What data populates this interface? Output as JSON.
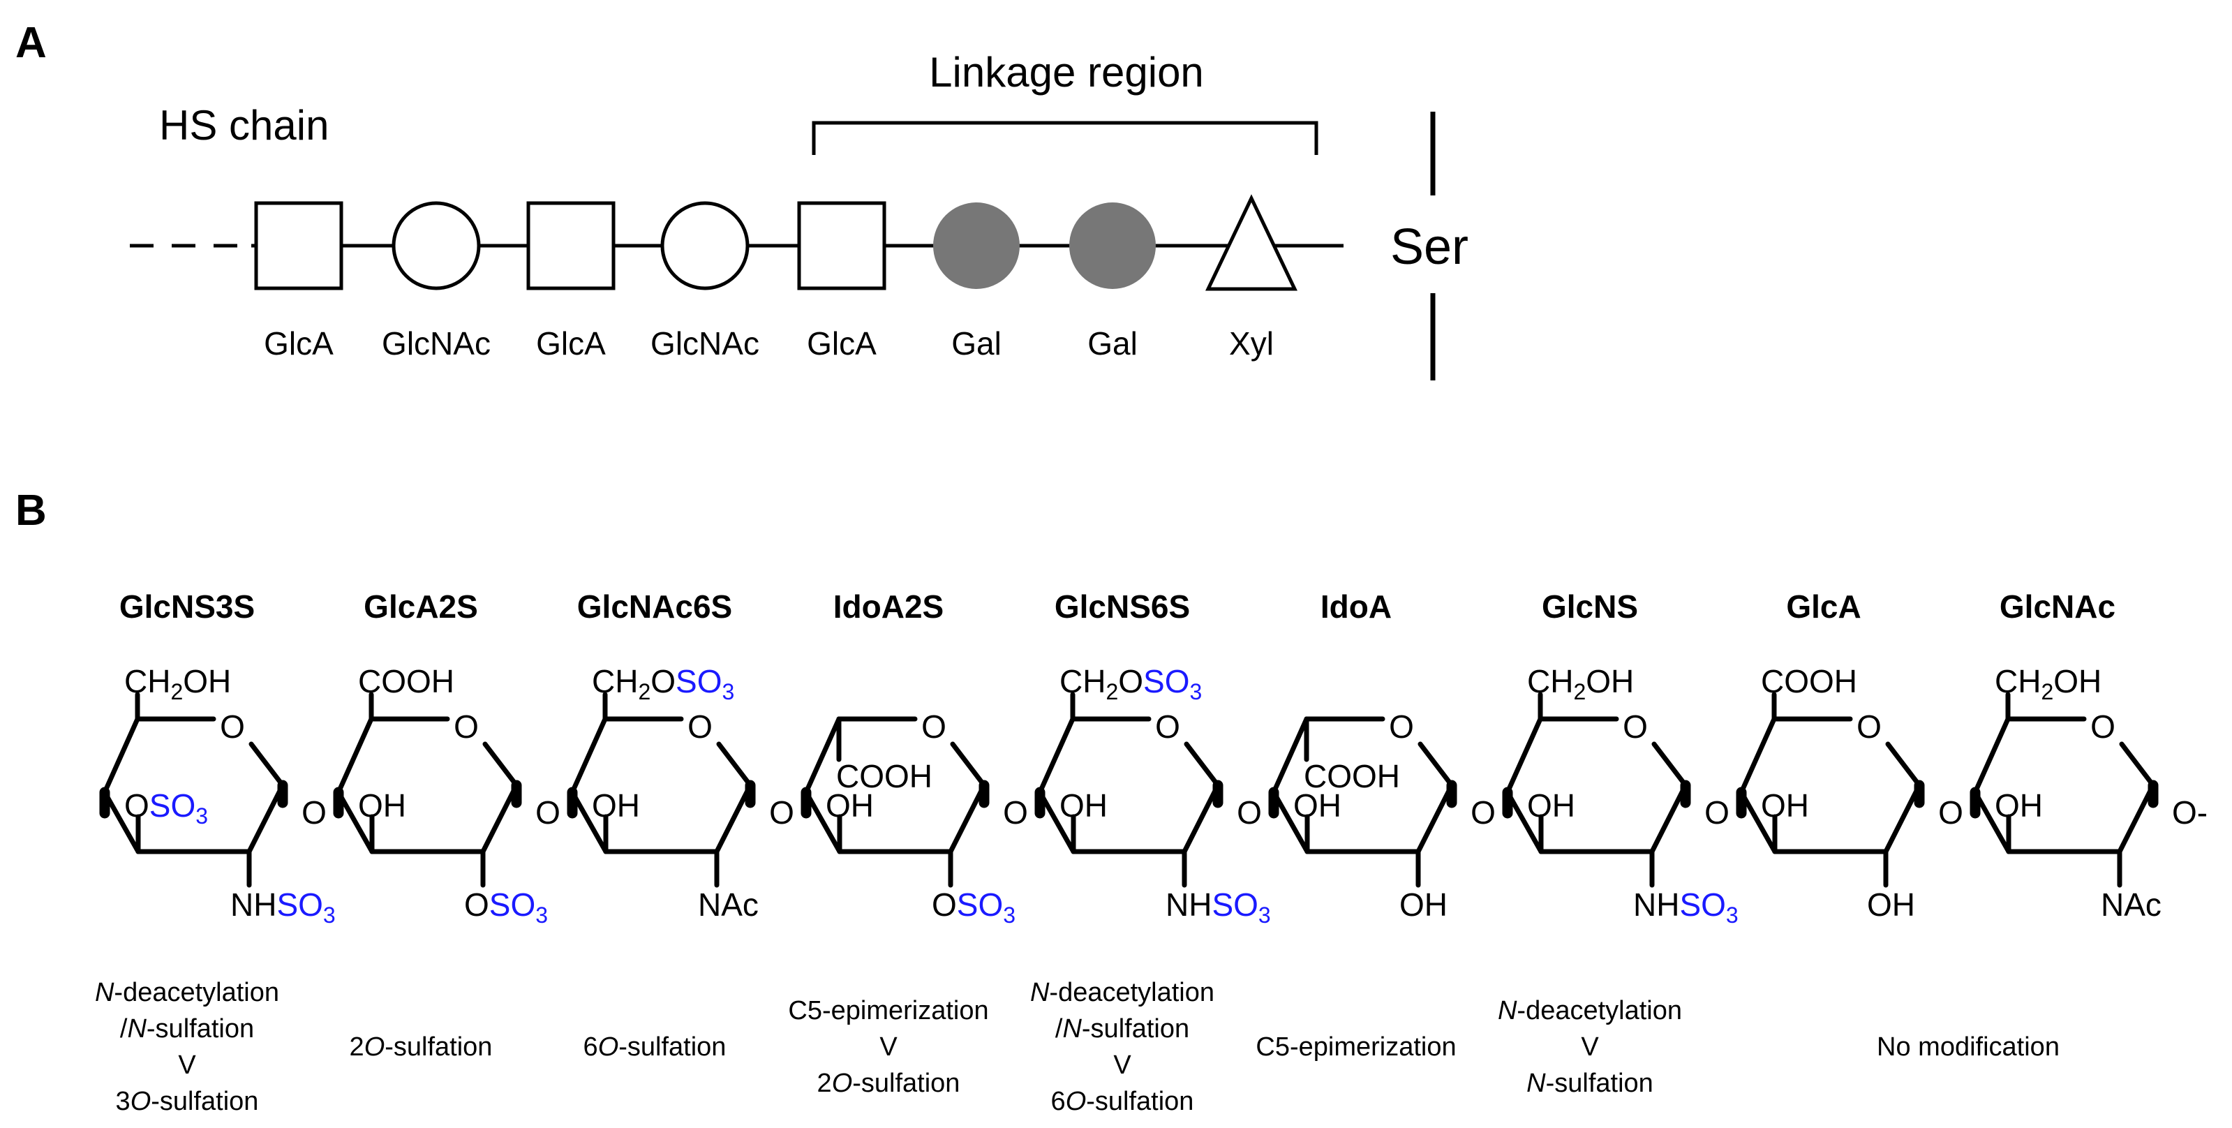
{
  "panel_a": {
    "letter": "A",
    "hs_chain_label": "HS chain",
    "linkage_label": "Linkage region",
    "ser_label": "Ser",
    "units": [
      {
        "label": "GlcA",
        "shape": "square"
      },
      {
        "label": "GlcNAc",
        "shape": "circle"
      },
      {
        "label": "GlcA",
        "shape": "square"
      },
      {
        "label": "GlcNAc",
        "shape": "circle"
      },
      {
        "label": "GlcA",
        "shape": "square"
      },
      {
        "label": "Gal",
        "shape": "filled-circle"
      },
      {
        "label": "Gal",
        "shape": "filled-circle"
      },
      {
        "label": "Xyl",
        "shape": "triangle"
      }
    ],
    "colors": {
      "line": "#000000",
      "gal_fill": "#777777"
    }
  },
  "panel_b": {
    "letter": "B",
    "sulfate_color": "#1a1aff",
    "ring_oxygen": "O",
    "linkage_oxygen": "O",
    "end_dash": "-",
    "residues": [
      {
        "name": "GlcNS3S",
        "top": "CH",
        "top_sub": "2",
        "top_rest": "OH",
        "top_sulfo": "",
        "top_sulfo_sub": "",
        "left": "O",
        "left_sulfo": "SO",
        "left_sulfo_sub": "3",
        "bottom": "NH",
        "bottom_sulfo": "SO",
        "bottom_sulfo_sub": "3",
        "modification": [
          [
            "N",
            "-deacetylation"
          ],
          [
            "/",
            "N",
            "-sulfation"
          ],
          [
            "V"
          ],
          [
            "3",
            "O",
            "-sulfation"
          ]
        ]
      },
      {
        "name": "GlcA2S",
        "top": "COOH",
        "top_sub": "",
        "top_rest": "",
        "top_sulfo": "",
        "top_sulfo_sub": "",
        "left": "OH",
        "left_sulfo": "",
        "left_sulfo_sub": "",
        "bottom": "O",
        "bottom_sulfo": "SO",
        "bottom_sulfo_sub": "3",
        "modification": [
          [
            "2",
            "O",
            "-sulfation"
          ]
        ]
      },
      {
        "name": "GlcNAc6S",
        "top": "CH",
        "top_sub": "2",
        "top_rest": "O",
        "top_sulfo": "SO",
        "top_sulfo_sub": "3",
        "left": "OH",
        "left_sulfo": "",
        "left_sulfo_sub": "",
        "bottom": "NAc",
        "bottom_sulfo": "",
        "bottom_sulfo_sub": "",
        "modification": [
          [
            "6",
            "O",
            "-sulfation"
          ]
        ]
      },
      {
        "name": "IdoA2S",
        "top": "",
        "top_sub": "",
        "top_rest": "",
        "top_sulfo": "",
        "top_sulfo_sub": "",
        "inner": "COOH",
        "left": "OH",
        "left_sulfo": "",
        "left_sulfo_sub": "",
        "bottom": "O",
        "bottom_sulfo": "SO",
        "bottom_sulfo_sub": "3",
        "modification": [
          [
            "C5-epimerization"
          ],
          [
            "V"
          ],
          [
            "2",
            "O",
            "-sulfation"
          ]
        ]
      },
      {
        "name": "GlcNS6S",
        "top": "CH",
        "top_sub": "2",
        "top_rest": "O",
        "top_sulfo": "SO",
        "top_sulfo_sub": "3",
        "left": "OH",
        "left_sulfo": "",
        "left_sulfo_sub": "",
        "bottom": "NH",
        "bottom_sulfo": "SO",
        "bottom_sulfo_sub": "3",
        "modification": [
          [
            "N",
            "-deacetylation"
          ],
          [
            "/",
            "N",
            "-sulfation"
          ],
          [
            "V"
          ],
          [
            "6",
            "O",
            "-sulfation"
          ]
        ]
      },
      {
        "name": "IdoA",
        "top": "",
        "top_sub": "",
        "top_rest": "",
        "top_sulfo": "",
        "top_sulfo_sub": "",
        "inner": "COOH",
        "left": "OH",
        "left_sulfo": "",
        "left_sulfo_sub": "",
        "bottom": "OH",
        "bottom_sulfo": "",
        "bottom_sulfo_sub": "",
        "modification": [
          [
            "C5-epimerization"
          ]
        ]
      },
      {
        "name": "GlcNS",
        "top": "CH",
        "top_sub": "2",
        "top_rest": "OH",
        "top_sulfo": "",
        "top_sulfo_sub": "",
        "left": "OH",
        "left_sulfo": "",
        "left_sulfo_sub": "",
        "bottom": "NH",
        "bottom_sulfo": "SO",
        "bottom_sulfo_sub": "3",
        "modification": [
          [
            "N",
            "-deacetylation"
          ],
          [
            "V"
          ],
          [
            "N",
            "-sulfation"
          ]
        ]
      },
      {
        "name": "GlcA",
        "top": "COOH",
        "top_sub": "",
        "top_rest": "",
        "top_sulfo": "",
        "top_sulfo_sub": "",
        "left": "OH",
        "left_sulfo": "",
        "left_sulfo_sub": "",
        "bottom": "OH",
        "bottom_sulfo": "",
        "bottom_sulfo_sub": "",
        "modification": []
      },
      {
        "name": "GlcNAc",
        "top": "CH",
        "top_sub": "2",
        "top_rest": "OH",
        "top_sulfo": "",
        "top_sulfo_sub": "",
        "left": "OH",
        "left_sulfo": "",
        "left_sulfo_sub": "",
        "bottom": "NAc",
        "bottom_sulfo": "",
        "bottom_sulfo_sub": "",
        "modification": []
      }
    ],
    "shared_modification": "No modification"
  }
}
